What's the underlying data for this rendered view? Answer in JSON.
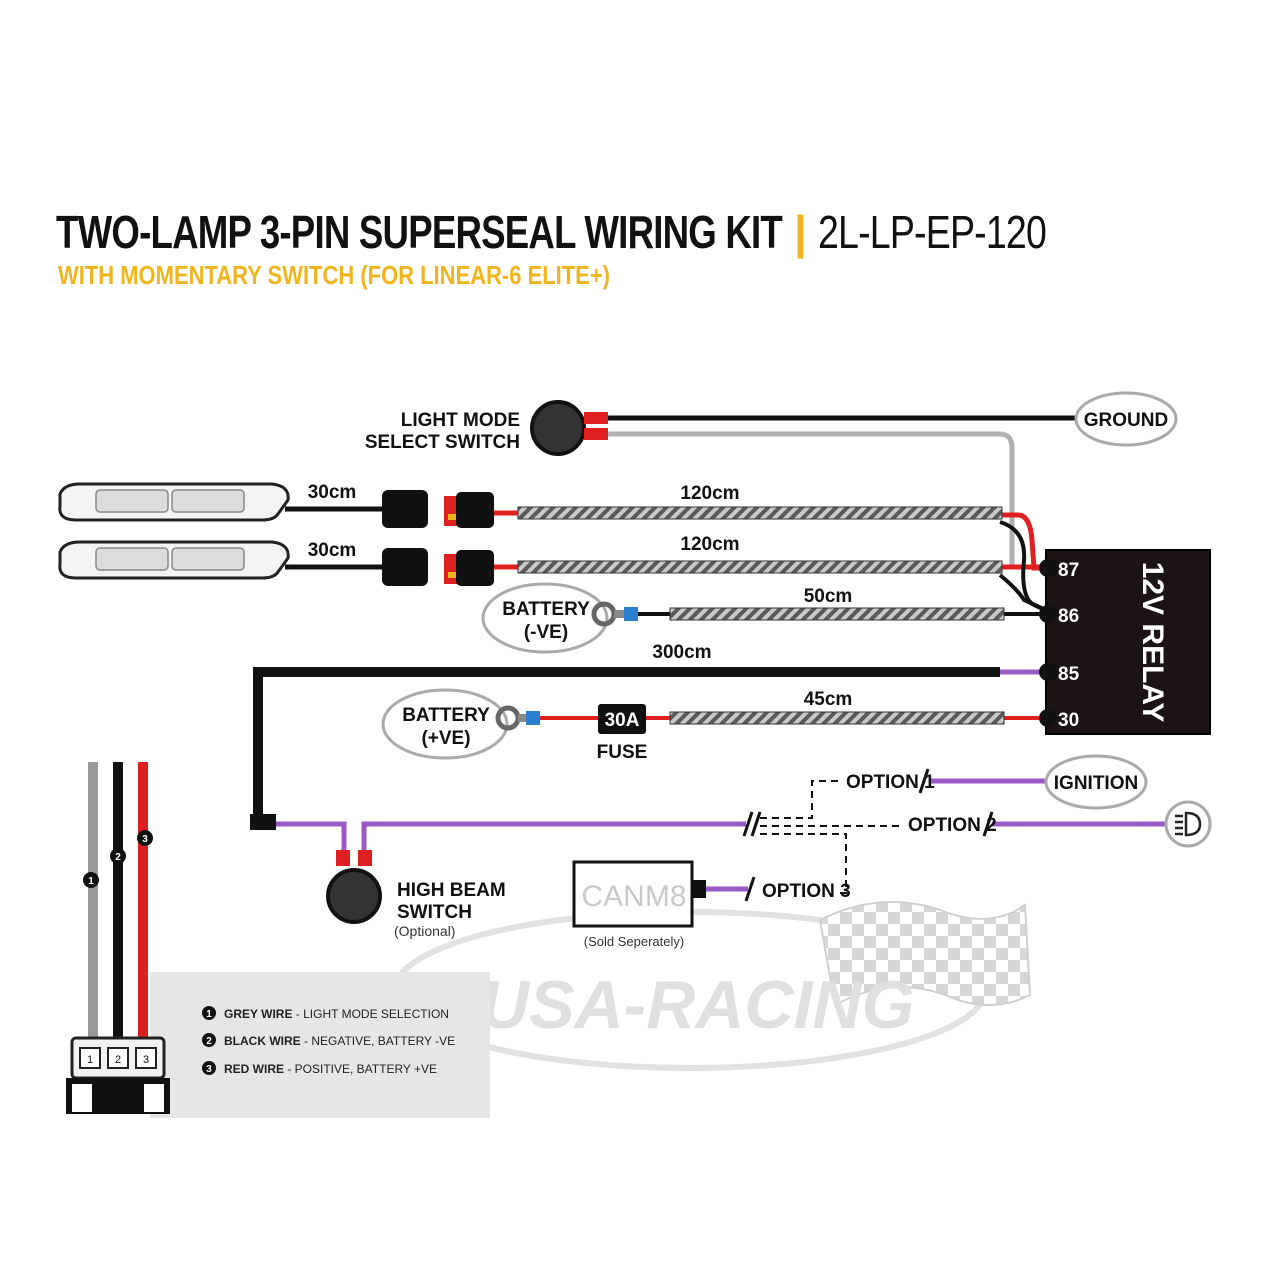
{
  "title": {
    "main": "TWO-LAMP 3-PIN SUPERSEAL WIRING KIT",
    "separator": "|",
    "code": "2L-LP-EP-120",
    "subtitle": "WITH MOMENTARY SWITCH (FOR LINEAR-6 ELITE+)"
  },
  "switch_top": {
    "line1": "LIGHT MODE",
    "line2": "SELECT SWITCH"
  },
  "ground": "GROUND",
  "lengths": {
    "lamp1_lead": "30cm",
    "lamp2_lead": "30cm",
    "harness1": "120cm",
    "harness2": "120cm",
    "battery_neg": "50cm",
    "main_run": "300cm",
    "battery_pos": "45cm"
  },
  "battery_neg": {
    "line1": "BATTERY",
    "line2": "(-VE)"
  },
  "battery_pos": {
    "line1": "BATTERY",
    "line2": "(+VE)"
  },
  "fuse": {
    "rating": "30A",
    "label": "FUSE"
  },
  "relay": {
    "label": "12V RELAY",
    "pins": [
      "87",
      "86",
      "85",
      "30"
    ]
  },
  "options": {
    "option1": "OPTION 1",
    "option2": "OPTION 2",
    "option3": "OPTION 3",
    "ignition": "IGNITION"
  },
  "canm8": {
    "label": "CANM8",
    "note": "(Sold Seperately)"
  },
  "high_beam": {
    "line1": "HIGH BEAM",
    "line2": "SWITCH",
    "note": "(Optional)"
  },
  "connector_pins": [
    "1",
    "2",
    "3"
  ],
  "legend": [
    {
      "num": "1",
      "name": "GREY WIRE",
      "desc": " - LIGHT MODE SELECTION"
    },
    {
      "num": "2",
      "name": "BLACK WIRE",
      "desc": " - NEGATIVE, BATTERY -VE"
    },
    {
      "num": "3",
      "name": "RED WIRE",
      "desc": " - POSITIVE, BATTERY +VE"
    }
  ],
  "watermark": "USA-RACING",
  "colors": {
    "accent": "#f2b41c",
    "wire_purple": "#9b59c8",
    "wire_red": "#e02020",
    "wire_grey": "#b0b0b0",
    "wire_black": "#111111",
    "terminal_blue": "#2a7fd0",
    "relay_body": "#1c1414"
  },
  "icons": [
    "light-mode-switch-icon",
    "high-beam-switch-icon",
    "headlight-icon",
    "fuse-icon",
    "relay-icon",
    "ring-terminal-icon",
    "lamp-icon",
    "checkered-flag-icon"
  ]
}
